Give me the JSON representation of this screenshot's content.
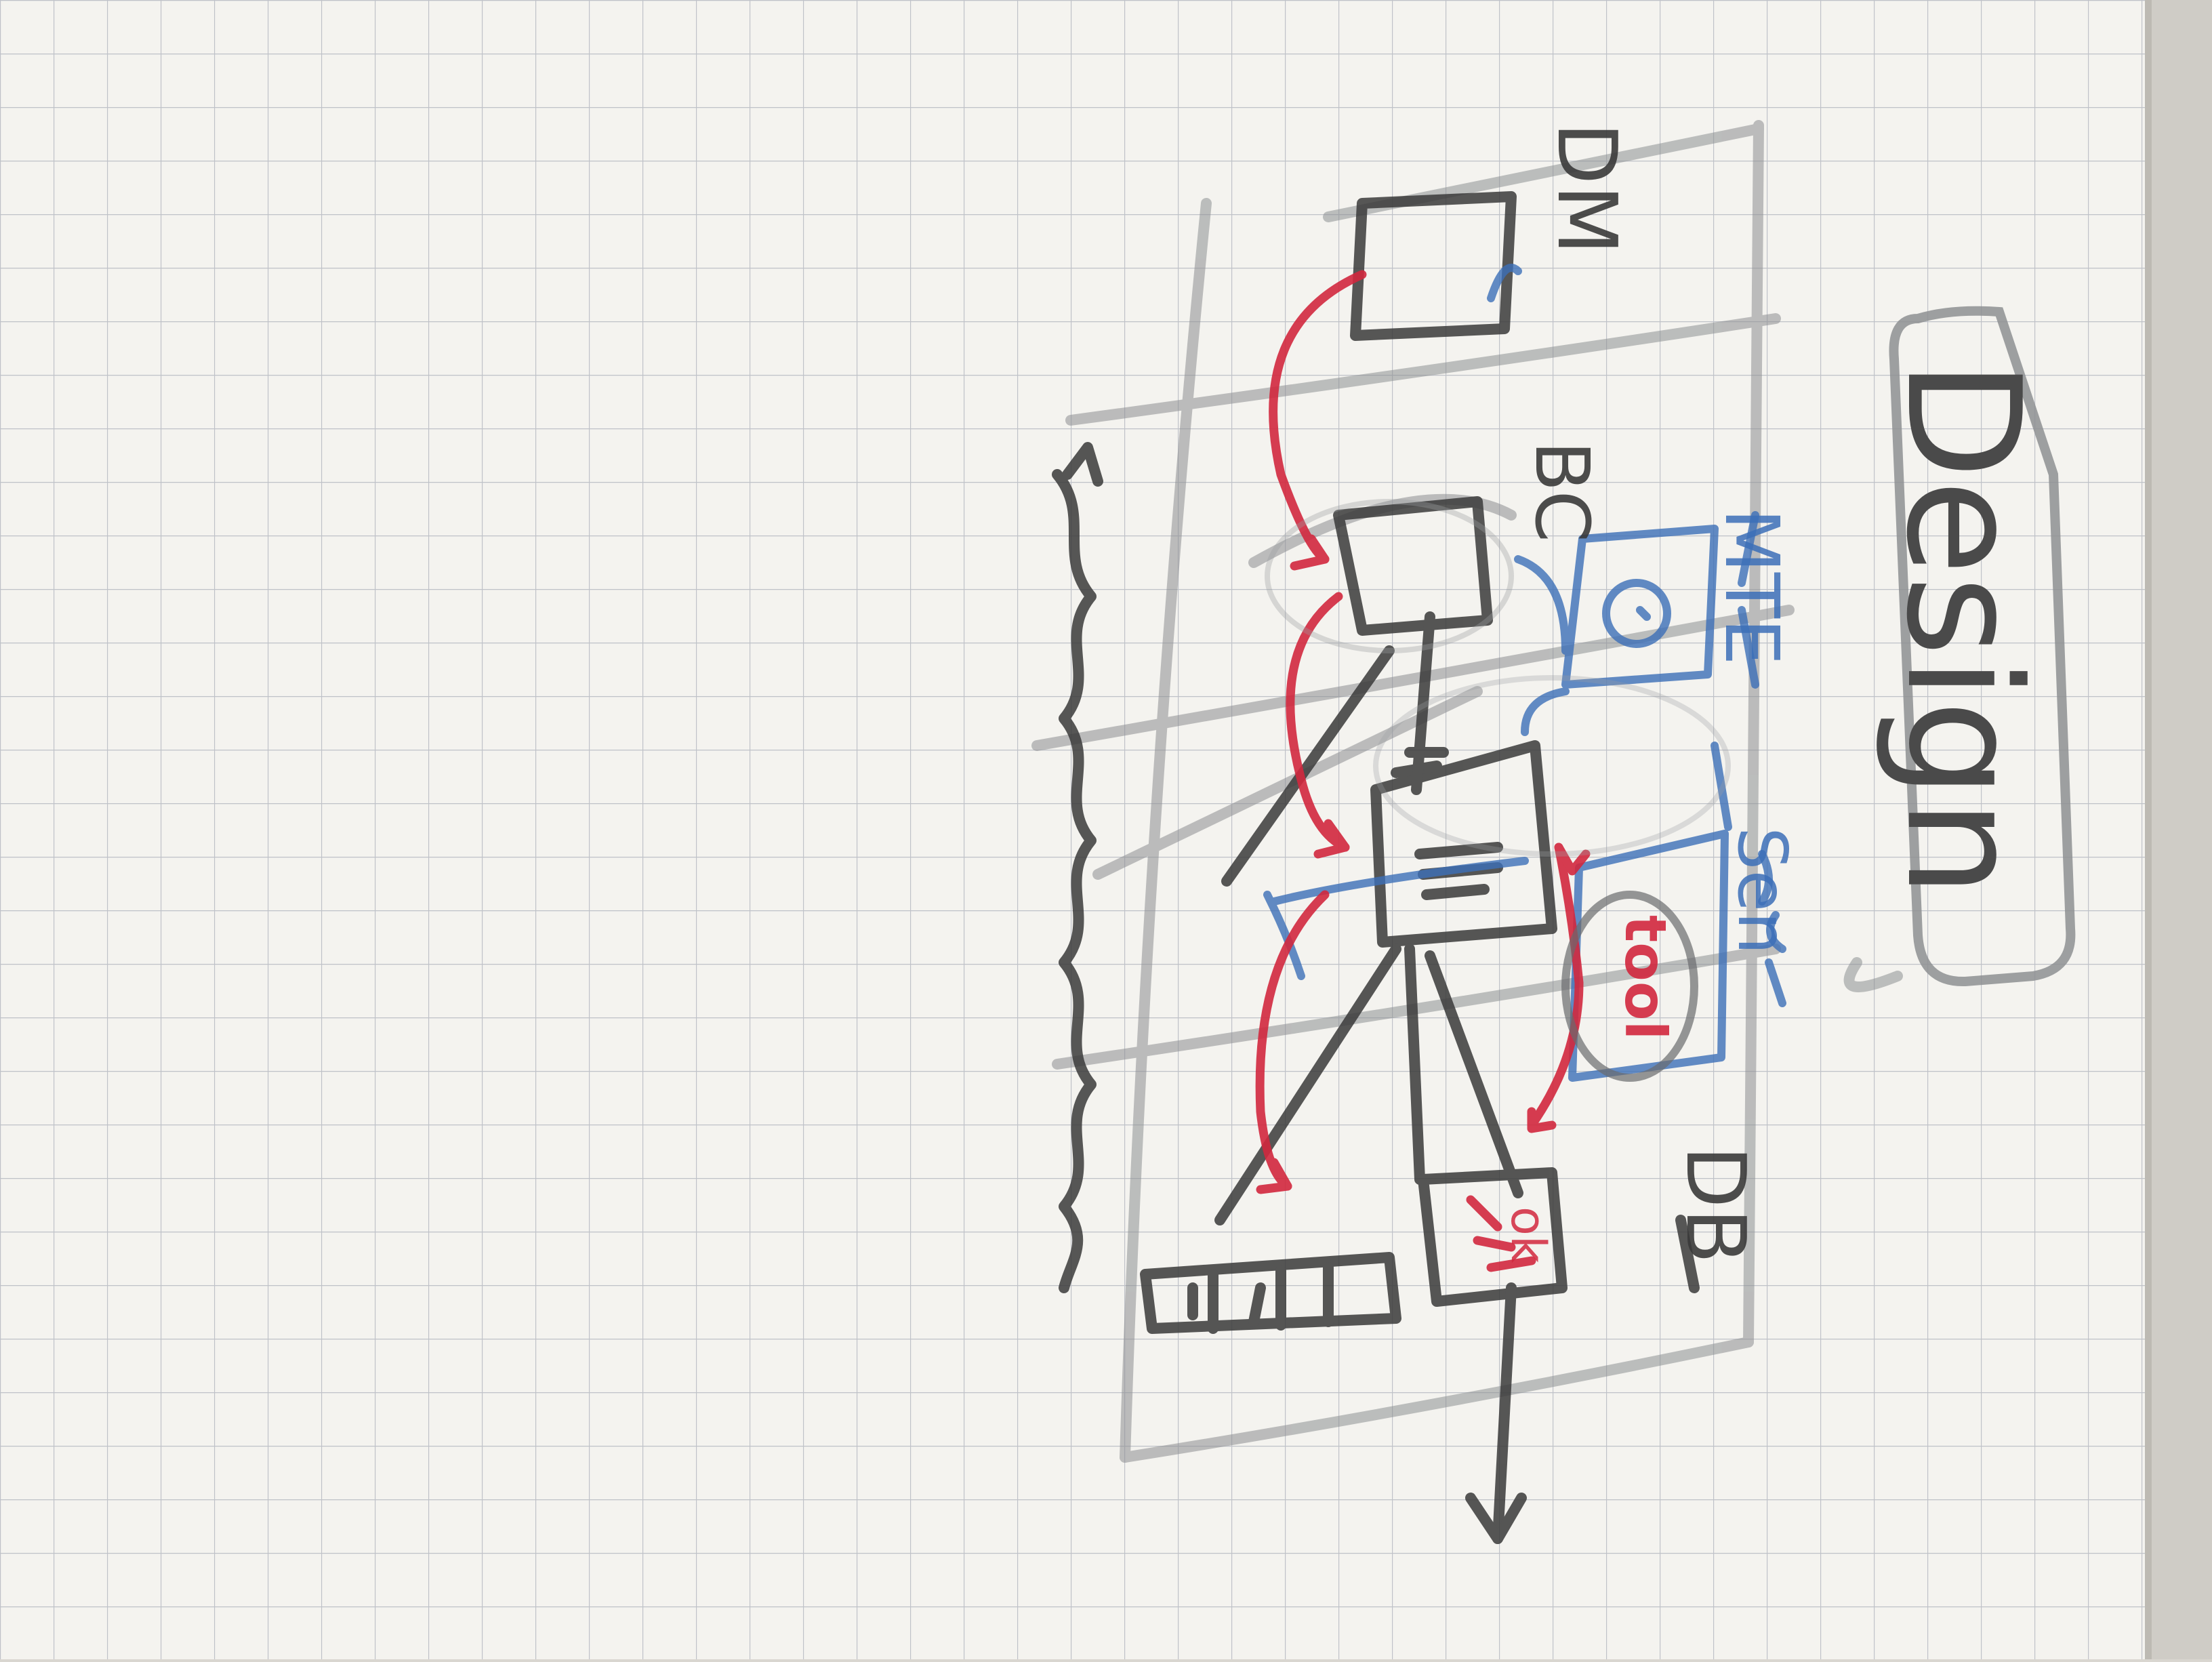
{
  "board": {
    "title": "Design"
  },
  "diagram": {
    "components": [
      {
        "id": "dm",
        "label": "DM"
      },
      {
        "id": "bc",
        "label": "BC"
      },
      {
        "id": "mte",
        "label": "MTE"
      },
      {
        "id": "sen",
        "label": "Sen"
      },
      {
        "id": "db",
        "label": "DB"
      }
    ],
    "red_arrow_label": "ok",
    "circle_label": "tool"
  },
  "colors": {
    "paper": "#f4f3ef",
    "grid": "#b9bcc4",
    "black_marker": "#3a3a3a",
    "gray_marker": "#8d8f92",
    "red_marker": "#d2283e",
    "blue_marker": "#3c6fb8"
  }
}
